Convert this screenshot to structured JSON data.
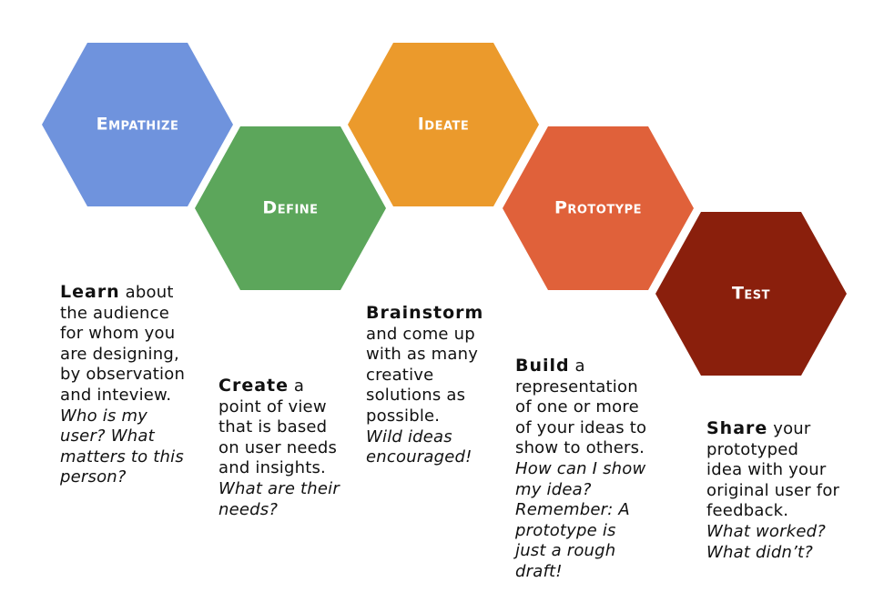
{
  "stages": [
    {
      "label": "Empathize",
      "color": "#6f93dd",
      "lead": "Learn",
      "body": " about\nthe audience\nfor whom you\nare designing,\nby observation\nand inteview.\n",
      "question": "Who is my\nuser? What\nmatters to this\nperson?"
    },
    {
      "label": "Define",
      "color": "#5ca65b",
      "lead": "Create",
      "body": " a\npoint of view\nthat is based\non user needs\nand insights.\n",
      "question": "What are their\nneeds?"
    },
    {
      "label": "Ideate",
      "color": "#eb9a2c",
      "lead": "Brainstorm",
      "body": "\nand come up\nwith as many\ncreative\nsolutions as\npossible.\n",
      "question": "Wild ideas\nencouraged!"
    },
    {
      "label": "Prototype",
      "color": "#e0613a",
      "lead": "Build",
      "body": " a\nrepresentation\nof one or more\nof your ideas to\nshow to others.\n",
      "question": "How can I show\nmy idea?\nRemember: A\nprototype is\njust a rough\ndraft!"
    },
    {
      "label": "Test",
      "color": "#8a1f0c",
      "lead": "Share",
      "body": " your\nprototyped\nidea with your\noriginal user for\nfeedback.\n",
      "question": "What worked?\nWhat didn’t?"
    }
  ]
}
